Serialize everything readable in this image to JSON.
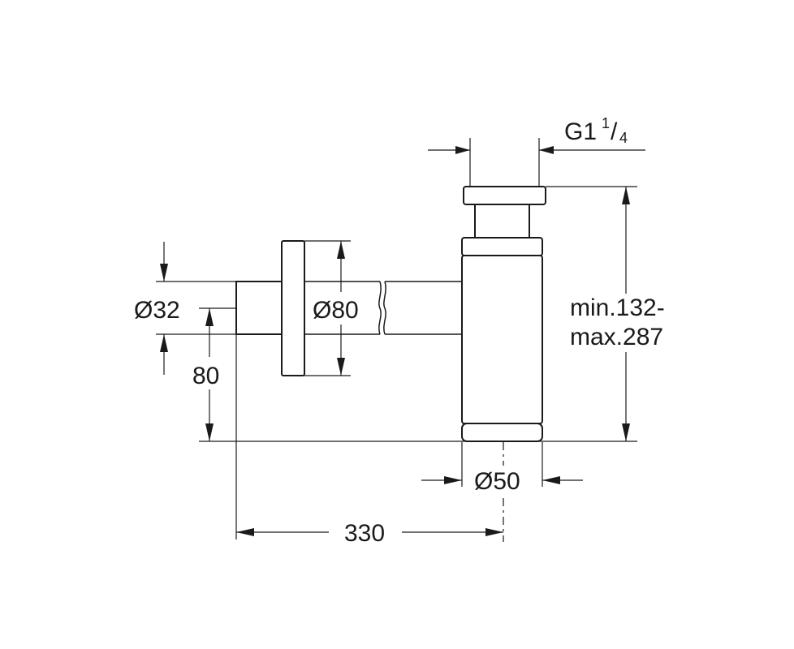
{
  "dimensions": {
    "thread_prefix": "G1",
    "thread_numerator": "1",
    "thread_slash": "/",
    "thread_denominator": "4",
    "height_min": "min.132-",
    "height_max": "max.287",
    "pipe_diameter": "Ø32",
    "rosette_diameter": "Ø80",
    "pipe_height": "80",
    "body_diameter": "Ø50",
    "total_length": "330"
  },
  "colors": {
    "line": "#1a1a1a",
    "background": "#ffffff"
  }
}
